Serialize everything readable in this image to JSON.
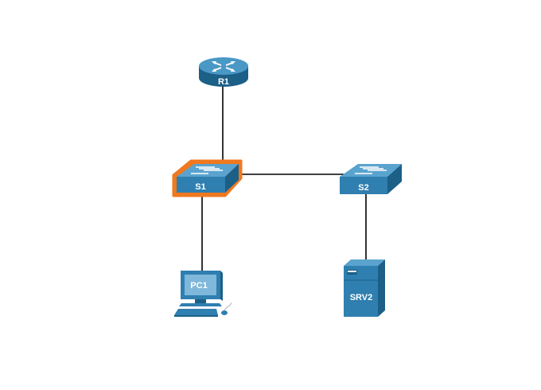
{
  "devices": {
    "r1": {
      "label": "R1",
      "type": "router",
      "icon": "router-icon"
    },
    "s1": {
      "label": "S1",
      "type": "switch",
      "icon": "switch-icon",
      "selected": true
    },
    "s2": {
      "label": "S2",
      "type": "switch",
      "icon": "switch-icon"
    },
    "pc1": {
      "label": "PC1",
      "type": "pc",
      "icon": "pc-icon"
    },
    "srv2": {
      "label": "SRV2",
      "type": "server",
      "icon": "server-icon"
    }
  },
  "links": [
    {
      "from": "r1",
      "to": "s1"
    },
    {
      "from": "s1",
      "to": "s2"
    },
    {
      "from": "s1",
      "to": "pc1"
    },
    {
      "from": "s2",
      "to": "srv2"
    }
  ],
  "colors": {
    "device_blue": "#2f7fb0",
    "device_dark": "#1c5f87",
    "device_light": "#5aa3cf",
    "selection_highlight": "#f0781e",
    "link": "#000000"
  }
}
